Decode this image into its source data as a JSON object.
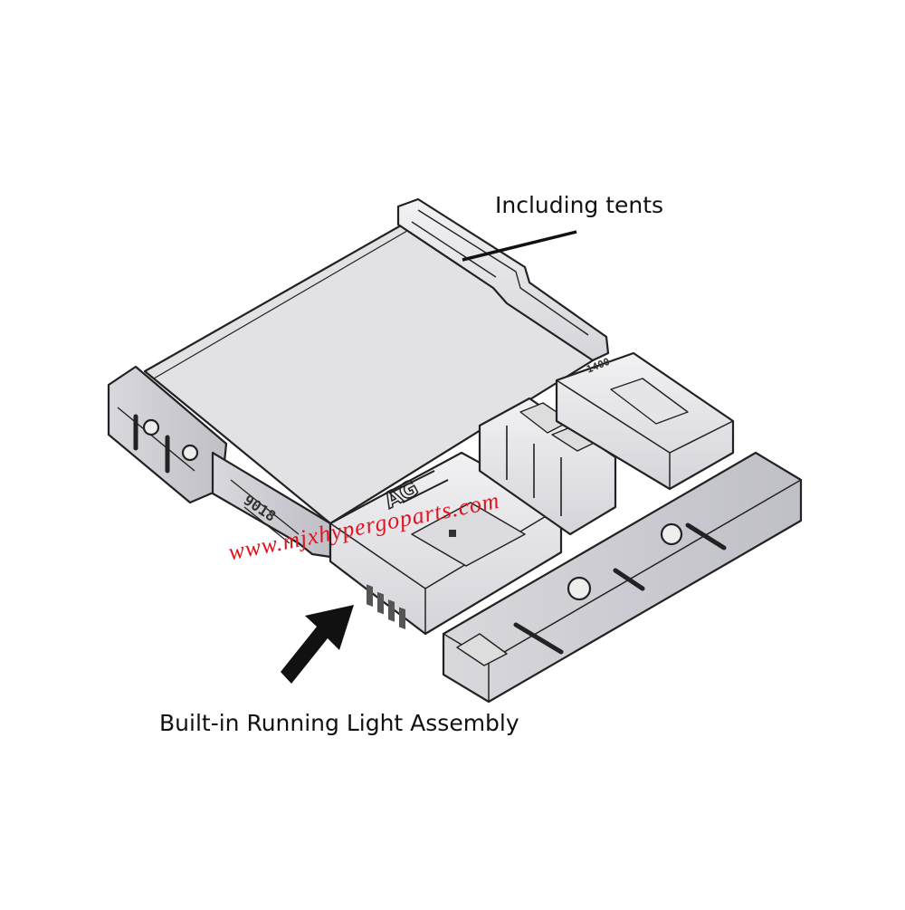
{
  "callouts": {
    "top_right": "Including tents",
    "bottom_left": "Built-in Running Light Assembly"
  },
  "watermark": {
    "text": "www.mjxhypergoparts.com",
    "color": "#e0141e"
  },
  "engraved_text": {
    "side_panel": "9018",
    "rear_block": "1400",
    "front_panel": "AG"
  },
  "colors": {
    "outline": "#222222",
    "body_fill": "#e9e9ec",
    "shadow_fill": "#c9c9cf",
    "tent_fill": "#e2e2e5",
    "arrow": "#111111"
  }
}
